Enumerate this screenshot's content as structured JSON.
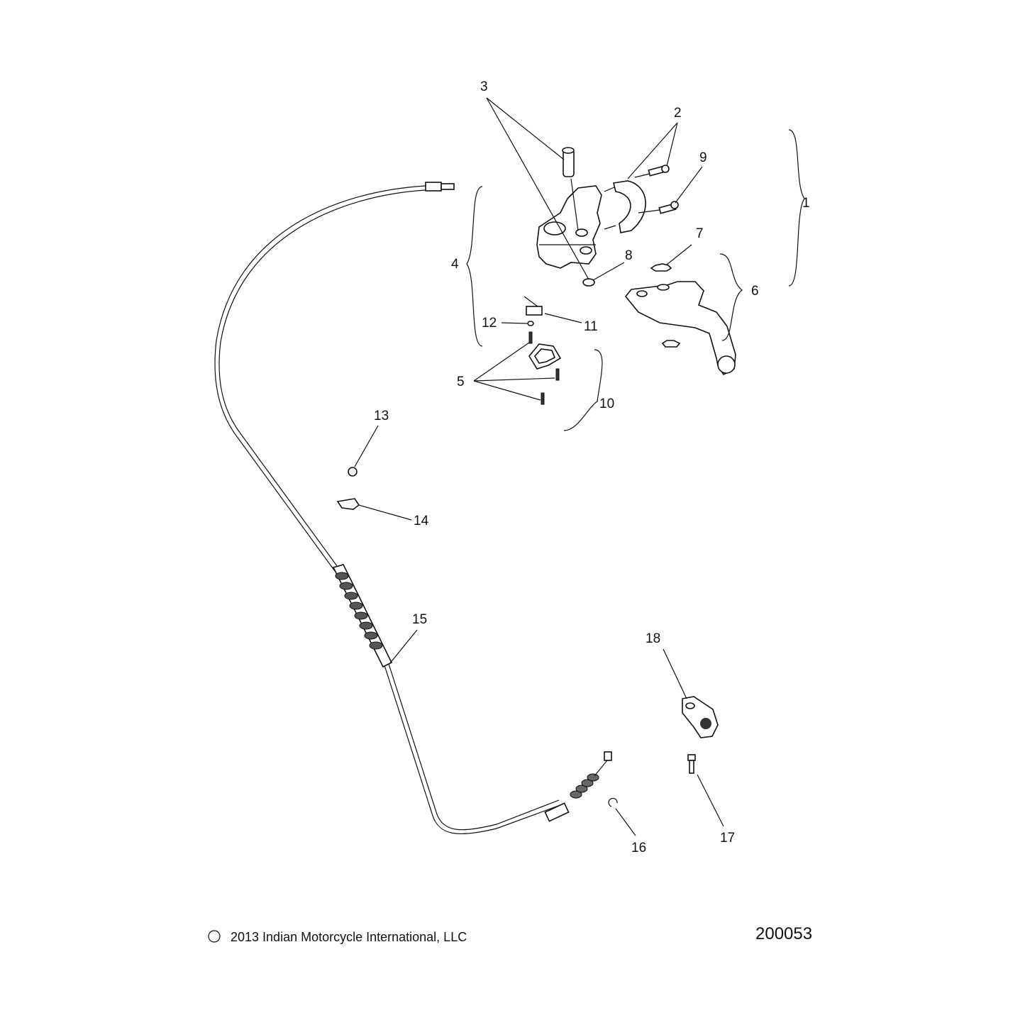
{
  "diagram": {
    "callouts": {
      "c1": "1",
      "c2": "2",
      "c3": "3",
      "c4": "4",
      "c5": "5",
      "c6": "6",
      "c7": "7",
      "c8": "8",
      "c9": "9",
      "c10": "10",
      "c11": "11",
      "c12": "12",
      "c13": "13",
      "c14": "14",
      "c15": "15",
      "c16": "16",
      "c17": "17",
      "c18": "18"
    }
  },
  "footer": {
    "copyright_symbol": "©",
    "copyright": "2013 Indian Motorcycle International, LLC",
    "drawing_number": "200053"
  }
}
